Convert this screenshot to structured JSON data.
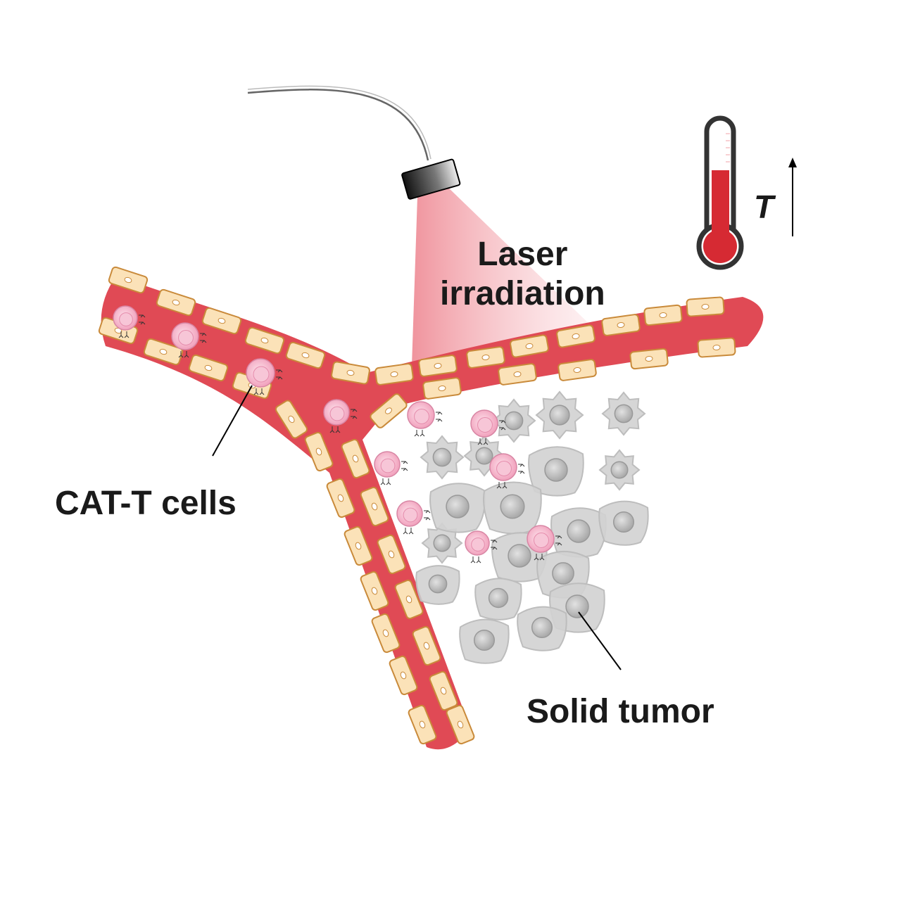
{
  "labels": {
    "laser_line1": "Laser",
    "laser_line2": "irradiation",
    "cat_t": "CAT-T cells",
    "tumor": "Solid tumor",
    "temperature": "T"
  },
  "colors": {
    "vessel": "#e04a55",
    "endothelial": "#fbe2b8",
    "endothelial_stroke": "#c98a3a",
    "laser_beam": "#ef8e98",
    "thermometer_fill": "#d62a33",
    "tumor_cell": "#d2d2d2",
    "tumor_nucleus": "#bdbdbd",
    "t_cell": "#f3aec4",
    "t_cell_nucleus": "#e97ea2"
  },
  "icons": {
    "thermometer": "thermometer-icon",
    "laser": "laser-device-icon",
    "arrow": "arrow-up-icon"
  }
}
